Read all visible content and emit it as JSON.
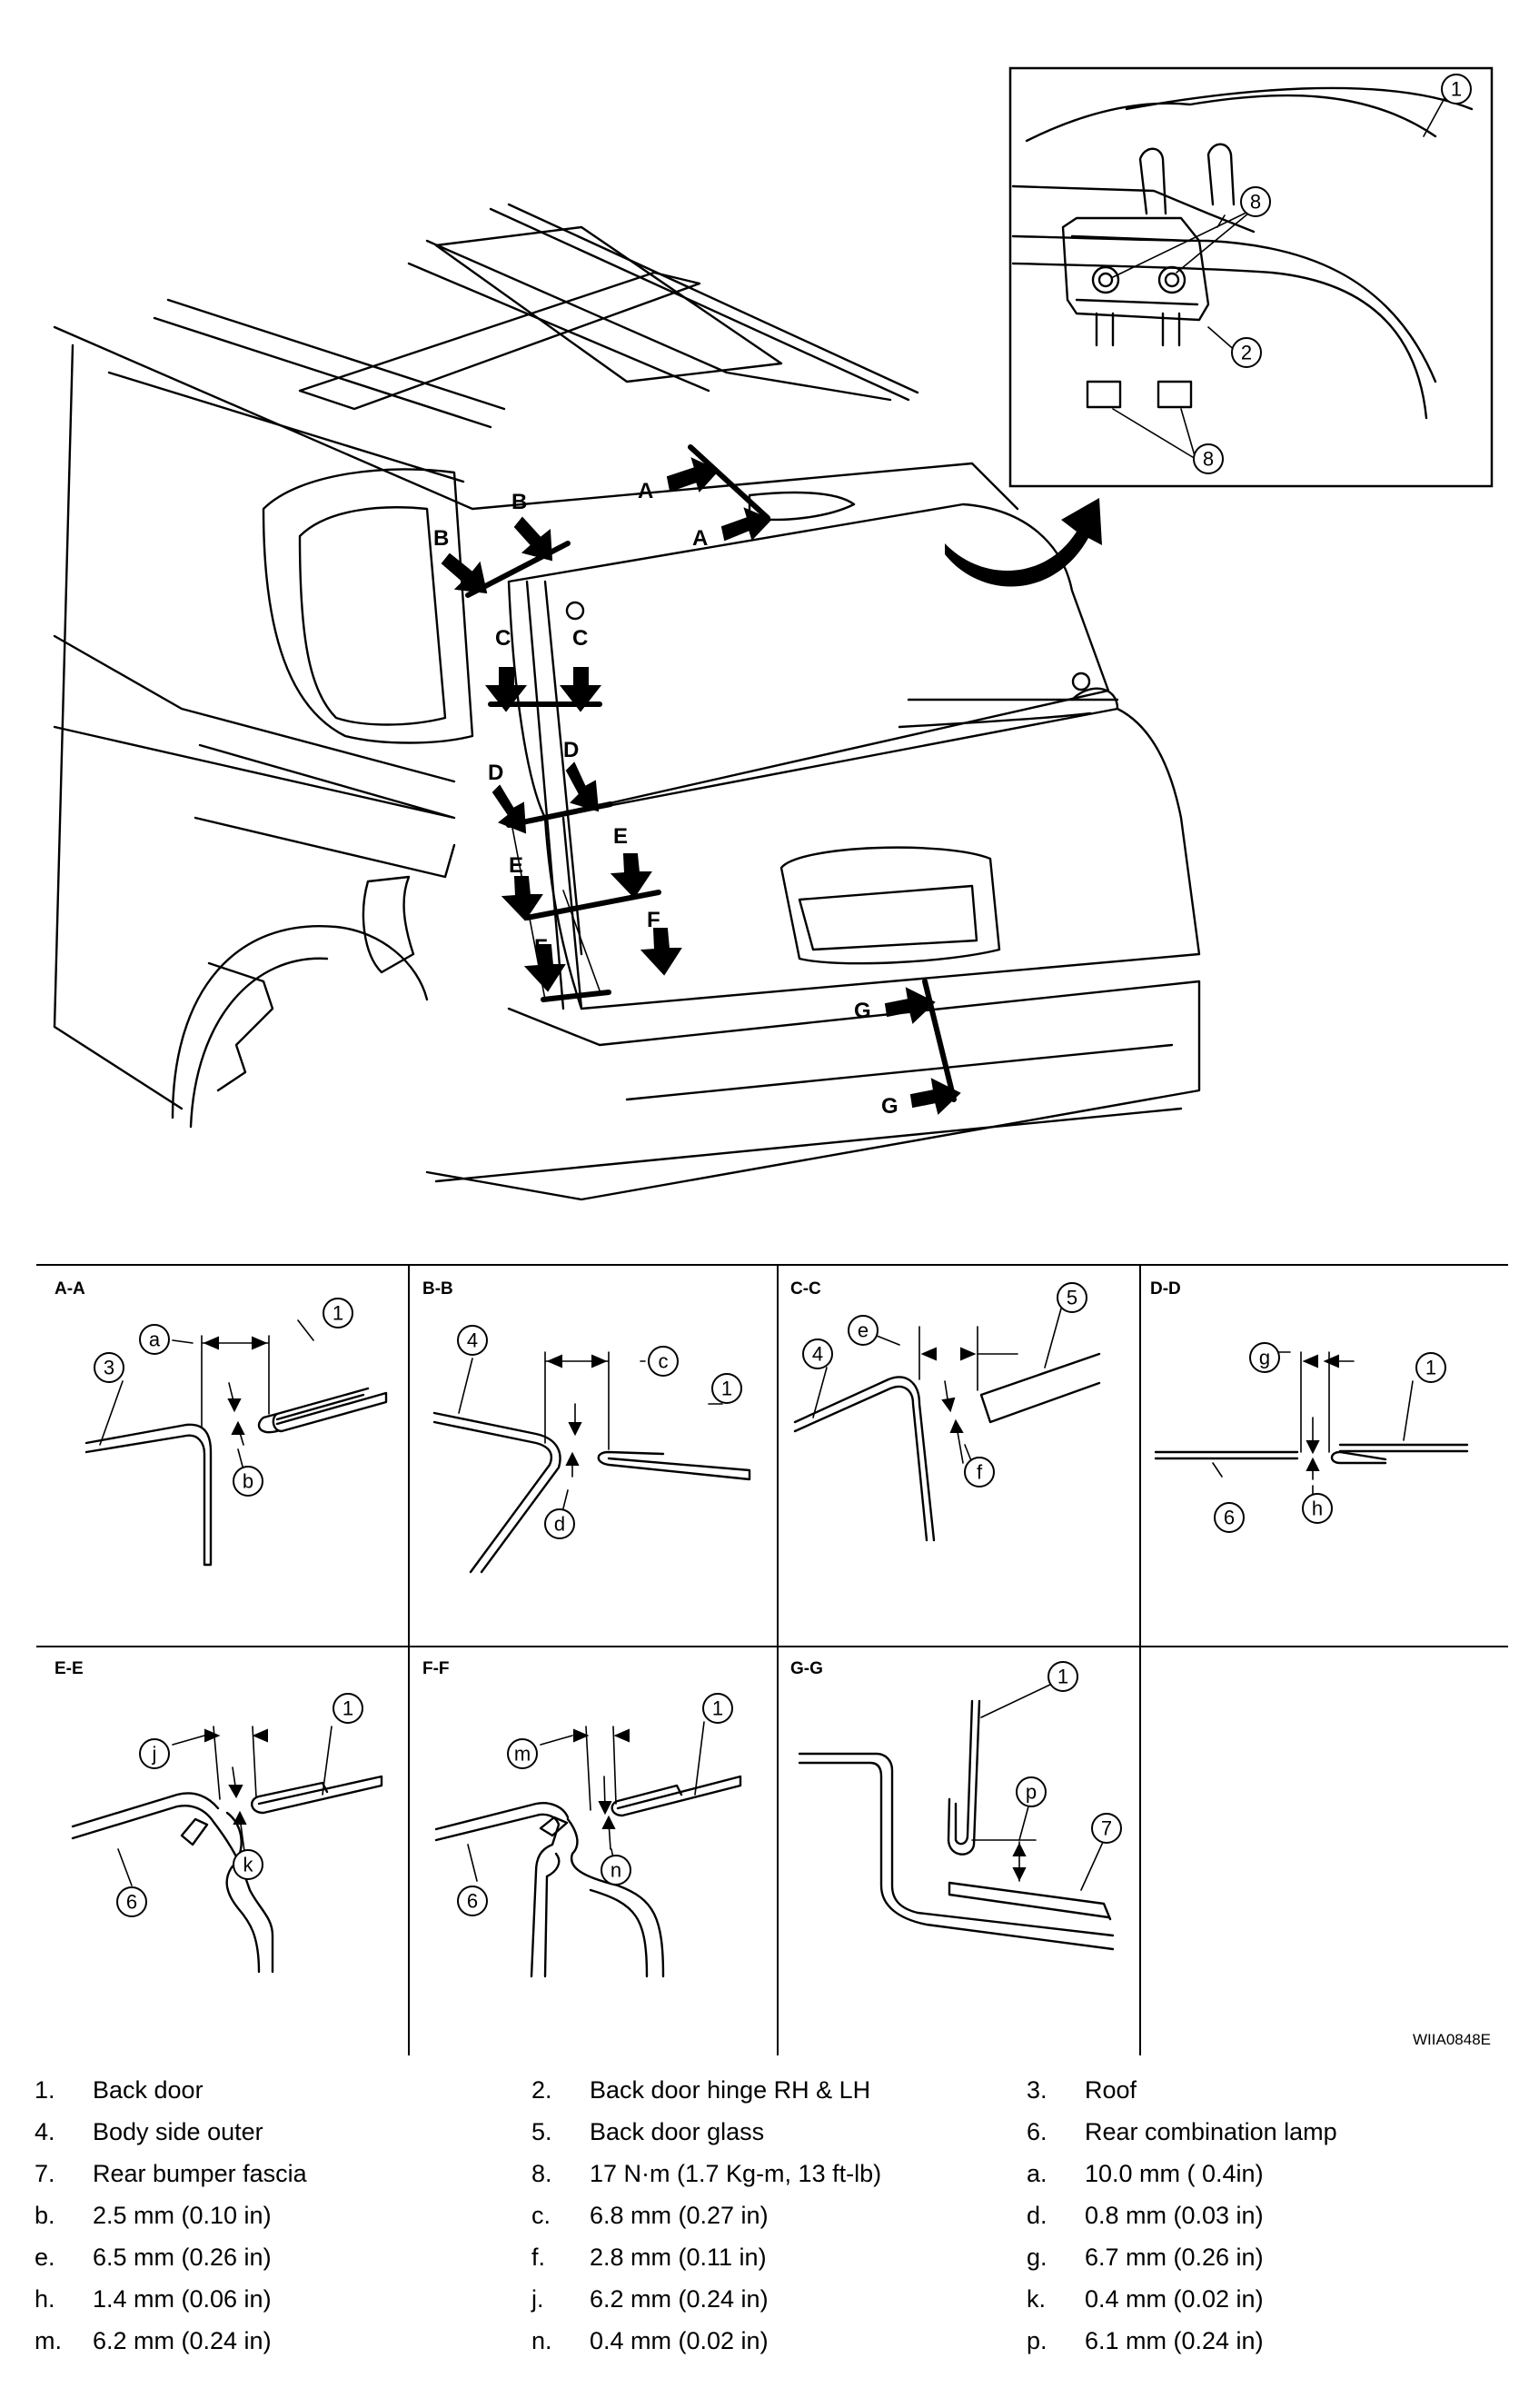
{
  "diagram_code": "WIIA0848E",
  "section_arrow_labels": [
    "A",
    "B",
    "C",
    "D",
    "E",
    "F",
    "G"
  ],
  "sections": [
    {
      "title": "A-A",
      "callouts": [
        "a",
        "b",
        "1",
        "3"
      ]
    },
    {
      "title": "B-B",
      "callouts": [
        "c",
        "d",
        "1",
        "4"
      ]
    },
    {
      "title": "C-C",
      "callouts": [
        "e",
        "f",
        "5",
        "4"
      ]
    },
    {
      "title": "D-D",
      "callouts": [
        "g",
        "h",
        "1",
        "6"
      ]
    },
    {
      "title": "E-E",
      "callouts": [
        "j",
        "k",
        "1",
        "6"
      ]
    },
    {
      "title": "F-F",
      "callouts": [
        "m",
        "n",
        "1",
        "6"
      ]
    },
    {
      "title": "G-G",
      "callouts": [
        "p",
        "1",
        "7"
      ]
    }
  ],
  "inset_callouts": [
    "1",
    "2",
    "8",
    "8"
  ],
  "legend": [
    [
      {
        "key": "1.",
        "text": "Back door"
      },
      {
        "key": "2.",
        "text": "Back door hinge RH & LH"
      },
      {
        "key": "3.",
        "text": "Roof"
      }
    ],
    [
      {
        "key": "4.",
        "text": "Body side outer"
      },
      {
        "key": "5.",
        "text": "Back door glass"
      },
      {
        "key": "6.",
        "text": "Rear combination lamp"
      }
    ],
    [
      {
        "key": "7.",
        "text": "Rear bumper fascia"
      },
      {
        "key": "8.",
        "text": "17 N·m (1.7 Kg-m, 13 ft-lb)"
      },
      {
        "key": "a.",
        "text": "10.0 mm ( 0.4in)"
      }
    ],
    [
      {
        "key": "b.",
        "text": "2.5 mm (0.10 in)"
      },
      {
        "key": "c.",
        "text": "6.8 mm (0.27 in)"
      },
      {
        "key": "d.",
        "text": "0.8 mm (0.03 in)"
      }
    ],
    [
      {
        "key": "e.",
        "text": "6.5 mm (0.26 in)"
      },
      {
        "key": "f.",
        "text": "2.8 mm (0.11 in)"
      },
      {
        "key": "g.",
        "text": "6.7 mm (0.26 in)"
      }
    ],
    [
      {
        "key": "h.",
        "text": "1.4 mm (0.06 in)"
      },
      {
        "key": "j.",
        "text": "6.2 mm (0.24 in)"
      },
      {
        "key": "k.",
        "text": "0.4 mm (0.02 in)"
      }
    ],
    [
      {
        "key": "m.",
        "text": "6.2 mm (0.24 in)"
      },
      {
        "key": "n.",
        "text": "0.4 mm (0.02 in)"
      },
      {
        "key": "p.",
        "text": "6.1 mm (0.24 in)"
      }
    ]
  ]
}
